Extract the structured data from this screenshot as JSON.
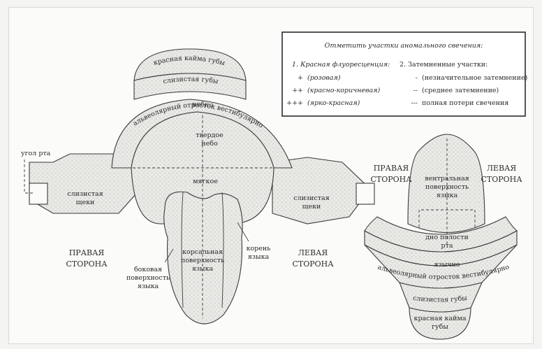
{
  "legend": {
    "title": "Отметить участки аномального свечения:",
    "fluor_header": "1. Красная флуоресценция:",
    "fluor_items": [
      {
        "sym": "+",
        "text": "(розовая)"
      },
      {
        "sym": "++",
        "text": "(красно-коричневая)"
      },
      {
        "sym": "+++",
        "text": "(ярко-красная)"
      }
    ],
    "dark_header": "2. Затемненные участки:",
    "dark_items": [
      {
        "sym": "-",
        "text": "(незначительное затемнение)"
      },
      {
        "sym": "--",
        "text": "(среднее затемнение)"
      },
      {
        "sym": "---",
        "text": "полная потери свечения"
      }
    ]
  },
  "left_diagram": {
    "red_border_lip": "красная кайма губы",
    "lip_mucosa": "слизистая губы",
    "alveolar_process": "альвеолярный отросток вестибулярно",
    "palatal": "небно",
    "hard_palate": [
      "твердое",
      "небо"
    ],
    "soft_palate": "мягкое",
    "cheek_right": [
      "слизистая",
      "щеки"
    ],
    "cheek_left": [
      "слизистая",
      "щеки"
    ],
    "mouth_corner": "угол рта",
    "dorsal_tongue": [
      "корсальная",
      "поверхность",
      "языка"
    ],
    "lateral_tongue": [
      "боковая",
      "поверхность",
      "языка"
    ],
    "tongue_root": [
      "корень",
      "языка"
    ],
    "right_side": [
      "ПРАВАЯ",
      "СТОРОНА"
    ],
    "left_side": [
      "ЛЕВАЯ",
      "СТОРОНА"
    ]
  },
  "right_diagram": {
    "right_side": [
      "ПРАВАЯ",
      "СТОРОНА"
    ],
    "left_side": [
      "ЛЕВАЯ",
      "СТОРОНА"
    ],
    "ventral_tongue": [
      "вентральная",
      "поверхность",
      "языка"
    ],
    "mouth_floor": [
      "дно полости",
      "рта"
    ],
    "lingual": "язычно",
    "alveolar_process": "альвеолярный отросток вестибулярно",
    "lip_mucosa": "слизистая губы",
    "red_border_lip": [
      "красная кайма",
      "губы"
    ]
  },
  "colors": {
    "stroke": "#3a3a3a",
    "fill": "#e9e9e6",
    "text": "#2b2b2b"
  }
}
